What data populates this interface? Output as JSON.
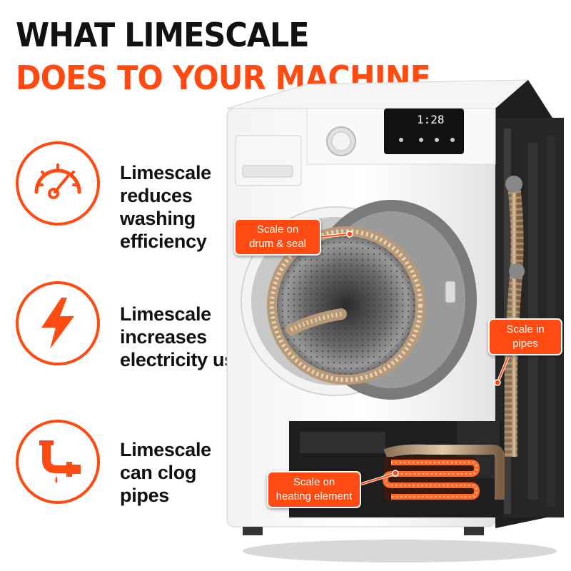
{
  "title": {
    "line1": "WHAT LIMESCALE",
    "line2": "DOES TO YOUR MACHINE"
  },
  "features": [
    {
      "icon": "speedometer-icon",
      "text": "Limescale\nreduces\nwashing\nefficiency"
    },
    {
      "icon": "lightning-bolt-icon",
      "text": "Limescale\nincreases\nelectricity use"
    },
    {
      "icon": "clogged-pipe-icon",
      "text": "Limescale\ncan clog\npipes"
    }
  ],
  "callouts": {
    "drum": "Scale on\ndrum & seal",
    "pipes": "Scale in\npipes",
    "heating": "Scale on\nheating element"
  },
  "display": {
    "time": "1:28"
  },
  "colors": {
    "accent": "#ff4a12",
    "title_dark": "#111111"
  }
}
